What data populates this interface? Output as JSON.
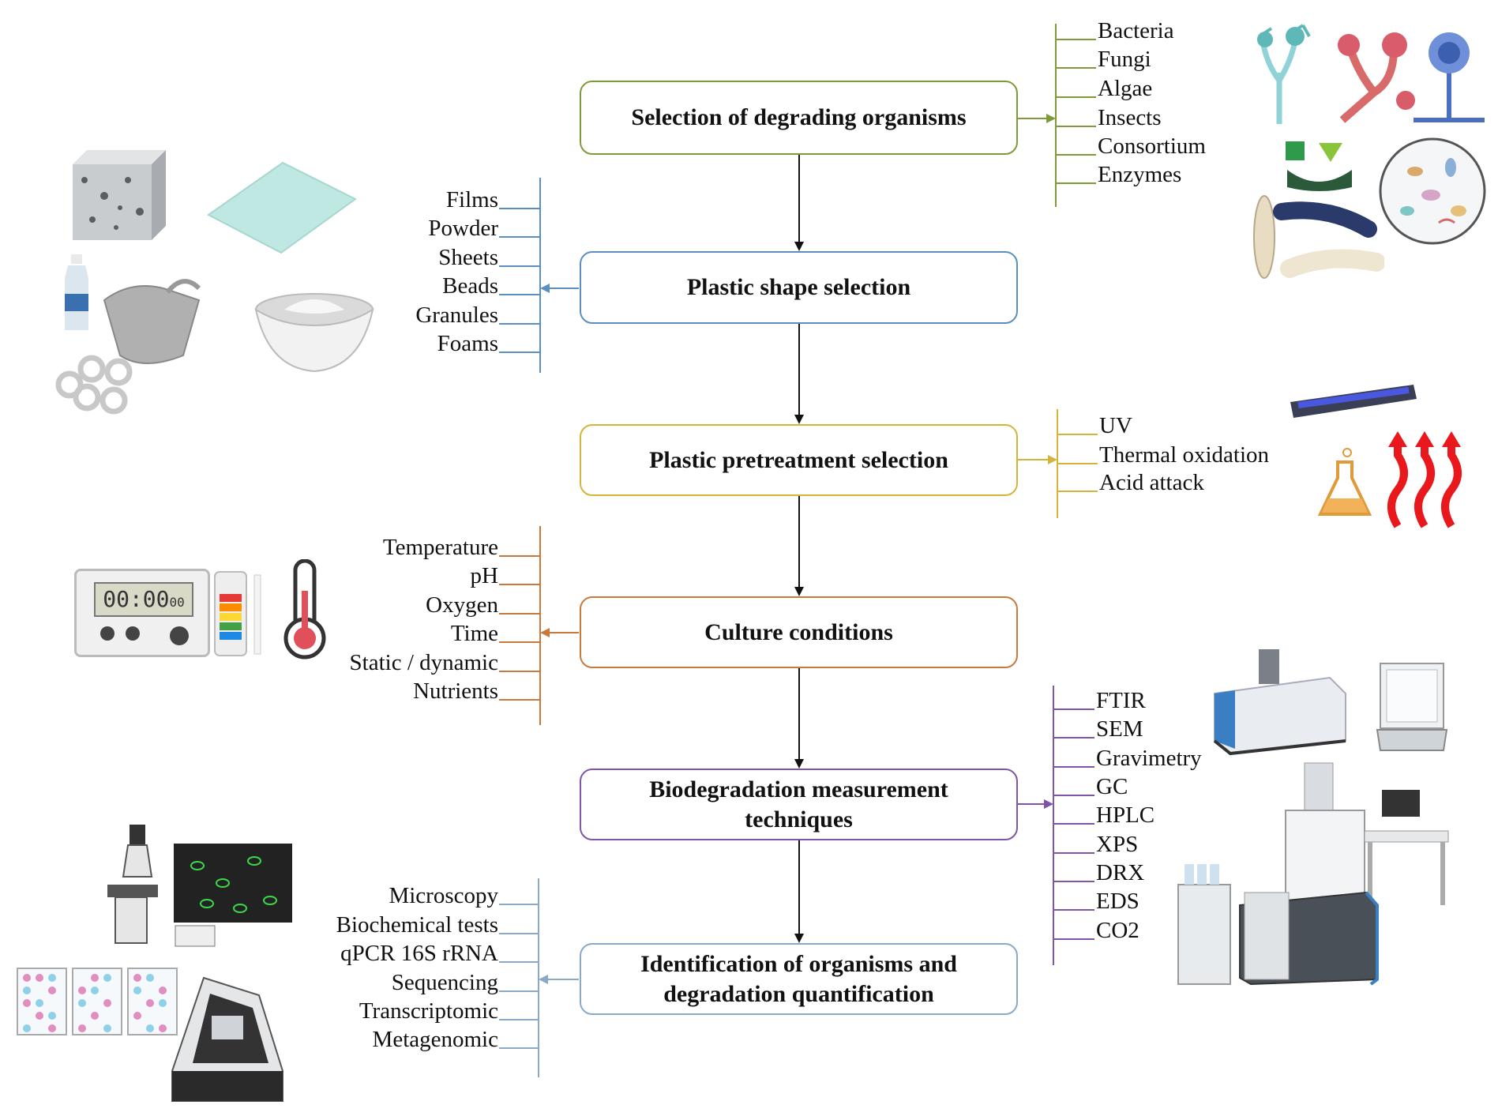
{
  "colors": {
    "box1": "#7f9a3a",
    "box2": "#5b8fc2",
    "box3": "#d4b53a",
    "box4": "#c9793c",
    "box5": "#7e55a8",
    "box6": "#8aa9c8",
    "arrow": "#111111"
  },
  "steps": [
    {
      "title": "Selection of degrading organisms"
    },
    {
      "title": "Plastic shape selection"
    },
    {
      "title": "Plastic pretreatment selection"
    },
    {
      "title": "Culture conditions"
    },
    {
      "title": "Biodegradation measurement techniques"
    },
    {
      "title": "Identification of organisms and degradation quantification"
    }
  ],
  "organisms": [
    "Bacteria",
    "Fungi",
    "Algae",
    "Insects",
    "Consortium",
    "Enzymes"
  ],
  "shapes": [
    "Films",
    "Powder",
    "Sheets",
    "Beads",
    "Granules",
    "Foams"
  ],
  "pretreatments": [
    "UV",
    "Thermal oxidation",
    "Acid attack"
  ],
  "culture": [
    "Temperature",
    "pH",
    "Oxygen",
    "Time",
    "Static / dynamic",
    "Nutrients"
  ],
  "techniques": [
    "FTIR",
    "SEM",
    "Gravimetry",
    "GC",
    "HPLC",
    "XPS",
    "DRX",
    "EDS",
    "CO2"
  ],
  "identification": [
    "Microscopy",
    "Biochemical tests",
    "qPCR 16S rRNA",
    "Sequencing",
    "Transcriptomic",
    "Metagenomic"
  ],
  "timer": {
    "display": "00:00",
    "small": "00"
  },
  "icons": [
    "fungi-icon",
    "algae-icon",
    "plankton-icon",
    "insect-larvae-icon",
    "foam-cube-icon",
    "sheet-icon",
    "bottle-icon",
    "bag-icon",
    "beads-icon",
    "powder-bowl-icon",
    "uv-lamp-icon",
    "flask-icon",
    "heat-icon",
    "timer-icon",
    "ph-strip-icon",
    "thermometer-icon",
    "ftir-icon",
    "balance-icon",
    "sem-icon",
    "hplc-icon",
    "microscope-icon",
    "microplate-icon",
    "sequencer-icon"
  ]
}
